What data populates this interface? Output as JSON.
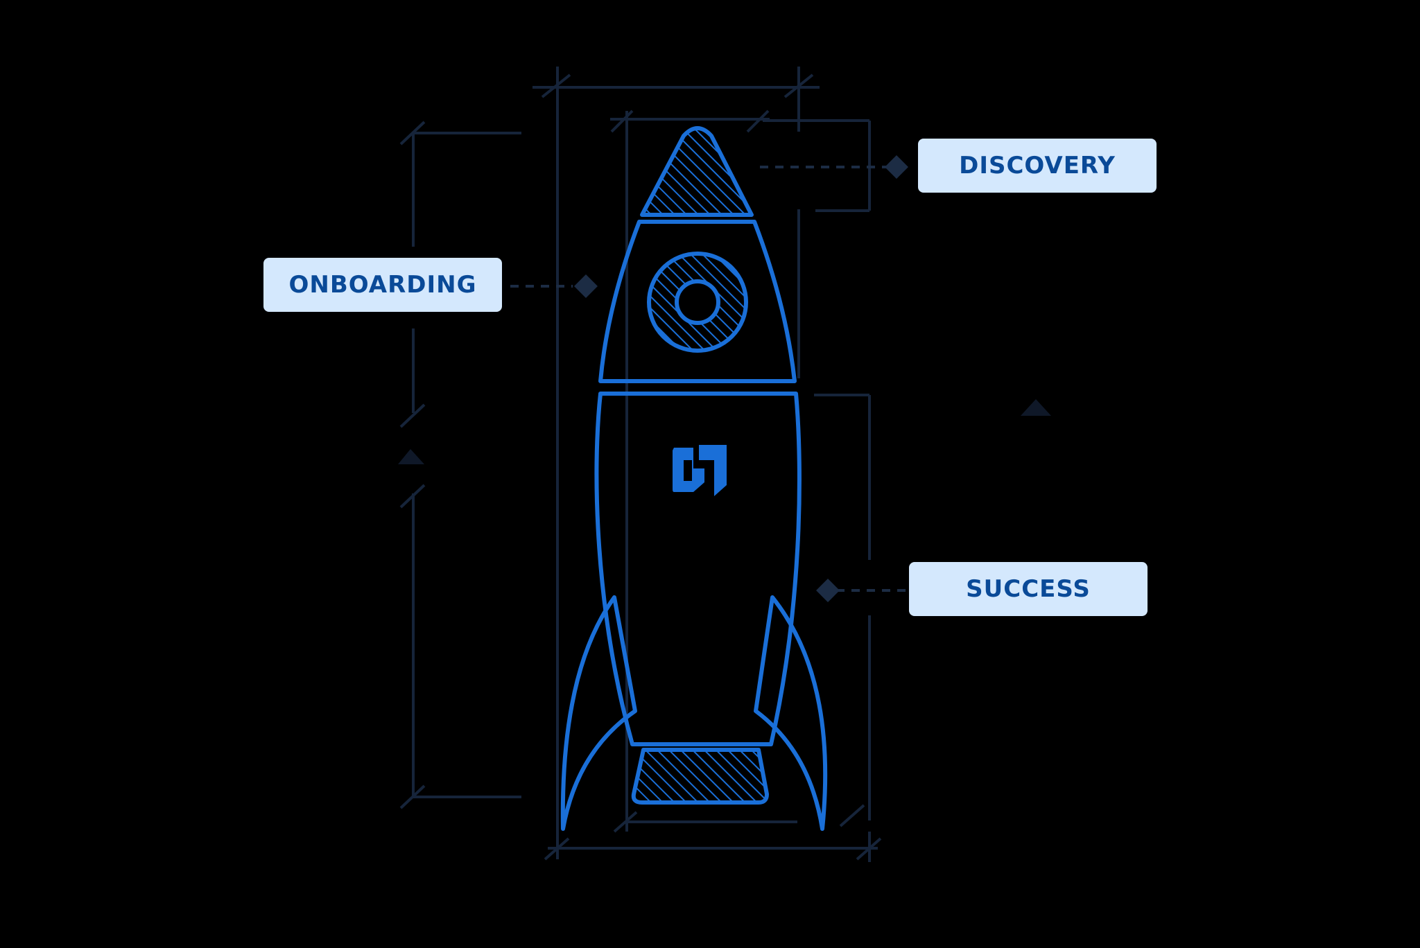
{
  "labels": {
    "onboarding": "ONBOARDING",
    "discovery": "DISCOVERY",
    "success": "SUCCESS"
  },
  "colors": {
    "background": "#000000",
    "rocket_stroke": "#1a6fd8",
    "dimension_lines": "#16243a",
    "label_fill": "#d4e8fd",
    "label_text": "#0a4a98"
  },
  "icons": {
    "rocket": "rocket-icon",
    "logo": "brand-logo-icon"
  }
}
